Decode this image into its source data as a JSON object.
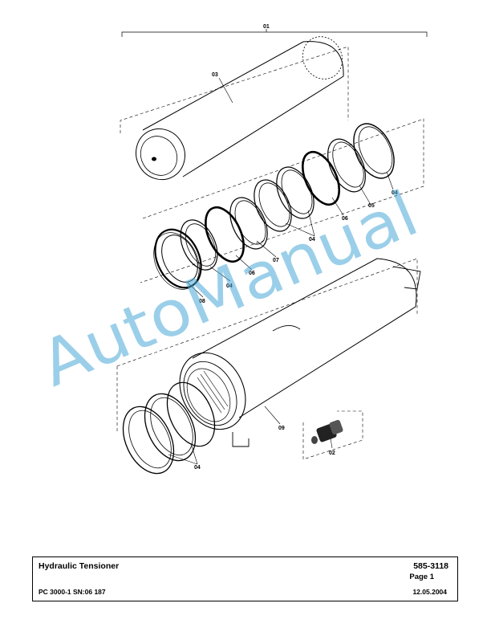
{
  "drawing": {
    "callouts": {
      "c01": "01",
      "c02": "02",
      "c03": "03",
      "c04a": "04",
      "c04b": "04",
      "c04c": "04",
      "c04d": "04",
      "c05": "05",
      "c06a": "06",
      "c06b": "06",
      "c07": "07",
      "c08": "08",
      "c09": "09"
    },
    "watermark": "AutoManual"
  },
  "title_block": {
    "title": "Hydraulic Tensioner",
    "part_number": "585-3118",
    "page": "Page 1",
    "model": "PC 3000-1 SN:06 187",
    "date": "12.05.2004"
  },
  "colors": {
    "watermark": "#4aa9d8"
  }
}
